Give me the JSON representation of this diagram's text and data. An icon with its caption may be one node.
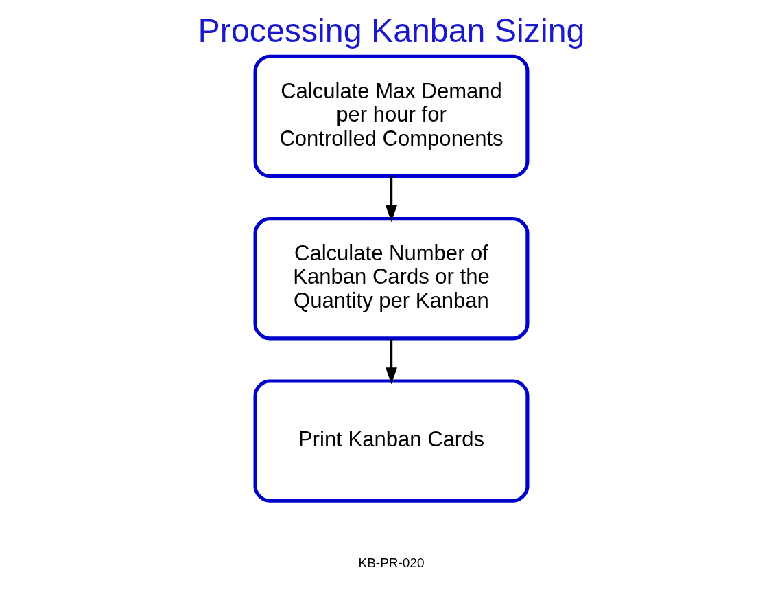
{
  "diagram": {
    "title": "Processing Kanban Sizing",
    "nodes": [
      {
        "text": [
          "Calculate Max Demand per hour for Controlled Components"
        ]
      },
      {
        "text": [
          "Calculate Number of Kanban Cards or the Quantity per Kanban"
        ]
      },
      {
        "text": [
          "Print Kanban Cards"
        ]
      }
    ],
    "edges": [
      {
        "from": 0,
        "to": 1,
        "arrow": "to"
      },
      {
        "from": 1,
        "to": 2,
        "arrow": "to"
      }
    ],
    "labels": [
      "KB-PR-020"
    ]
  }
}
